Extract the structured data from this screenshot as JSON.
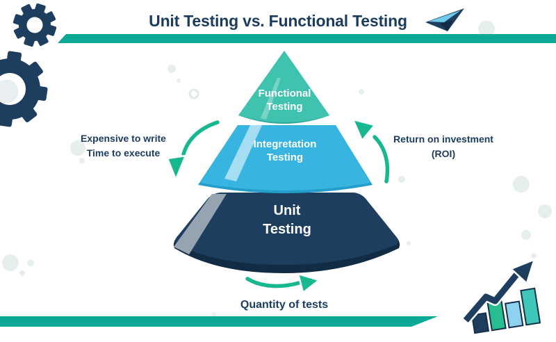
{
  "title": "Unit Testing vs. Functional Testing",
  "pyramid": {
    "layers": [
      {
        "name": "functional-testing",
        "line1": "Functional",
        "line2": "Testing",
        "color": "#3fc2ae"
      },
      {
        "name": "integration-testing",
        "line1": "Integretation",
        "line2": "Testing",
        "color": "#38b4e1"
      },
      {
        "name": "unit-testing",
        "line1": "Unit",
        "line2": "Testing",
        "color": "#1d3e5e"
      }
    ]
  },
  "labels": {
    "left": {
      "line1": "Expensive to write",
      "line2": "Time to execute"
    },
    "right": {
      "line1": "Return on investment",
      "line2": "(ROI)"
    },
    "bottom": "Quantity of tests"
  },
  "icons": {
    "top_left": "gears-icon",
    "title_right": "paper-plane-icon",
    "bottom_right": "growth-chart-icon",
    "arrows": "curved-arrow-icon"
  },
  "colors": {
    "navy": "#1d3e5e",
    "navy_dark": "#132c45",
    "title_text": "#1b3c5f",
    "teal_bar": "#0ba897",
    "arrow_green": "#17b890",
    "layer_functional": "#3fc2ae",
    "layer_integration": "#38b4e1",
    "layer_unit": "#1d3e5e",
    "streak_blue": "#b8e4f4",
    "streak_gray": "#96a3b0",
    "bubble": "#e7efec"
  }
}
